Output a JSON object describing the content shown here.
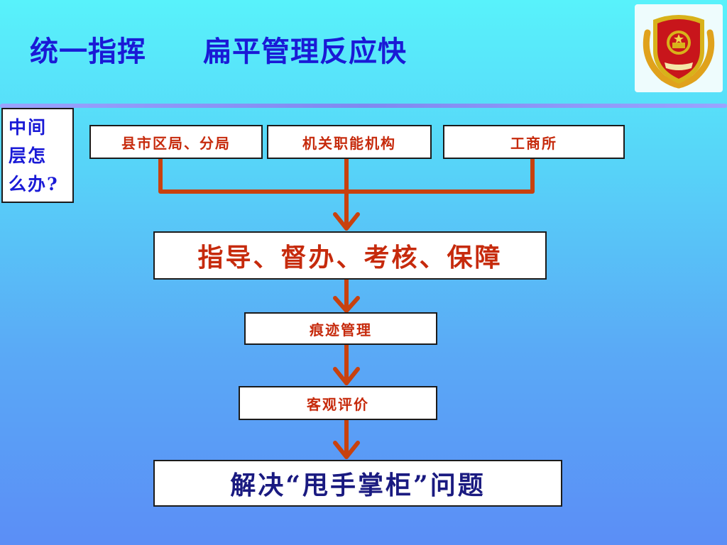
{
  "slide": {
    "title_left": "统一指挥",
    "title_right": "扁平管理反应快"
  },
  "side_note": {
    "lines": [
      "中间",
      "层怎",
      "么办?"
    ]
  },
  "top_boxes": [
    "县市区局、分局",
    "机关职能机构",
    "工商所"
  ],
  "steps": {
    "guidance": "指导、督办、考核、保障",
    "trace": "痕迹管理",
    "evaluation": "客观评价",
    "result": "解决“甩手掌柜”问题"
  },
  "colors": {
    "title": "#1a1ad6",
    "box_text": "#c62a0c",
    "arrow": "#c8410e",
    "side_note_text": "#1a1ad6"
  },
  "icons": {
    "emblem": "shield-emblem-icon"
  }
}
